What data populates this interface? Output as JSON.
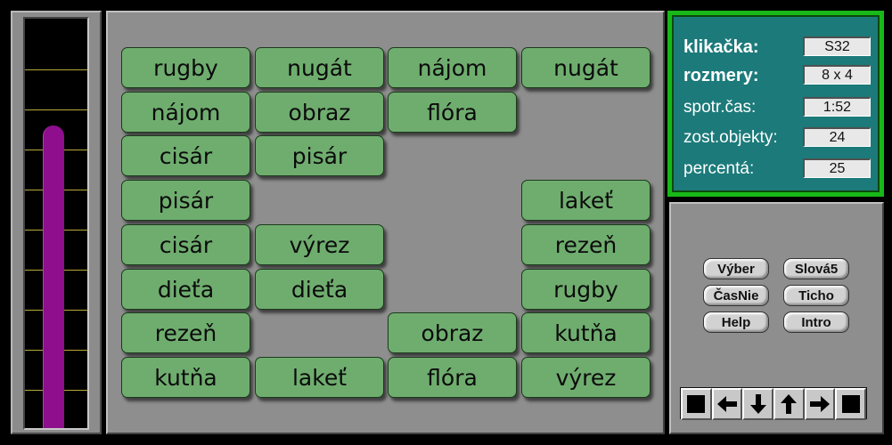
{
  "gauge": {
    "level_fraction": 0.74
  },
  "tiles": [
    [
      "rugby",
      "nugát",
      "nájom",
      "nugát"
    ],
    [
      "nájom",
      "obraz",
      "flóra",
      ""
    ],
    [
      "cisár",
      "pisár",
      "",
      ""
    ],
    [
      "pisár",
      "",
      "",
      "lakeť"
    ],
    [
      "cisár",
      "výrez",
      "",
      "rezeň"
    ],
    [
      "dieťa",
      "dieťa",
      "",
      "rugby"
    ],
    [
      "rezeň",
      "",
      "obraz",
      "kutňa"
    ],
    [
      "kutňa",
      "lakeť",
      "flóra",
      "výrez"
    ]
  ],
  "info": {
    "rows": [
      {
        "label": "klikačka:",
        "value": "S32",
        "bold": true
      },
      {
        "label": "rozmery:",
        "value": "8 x 4",
        "bold": true
      },
      {
        "label": "spotr.čas:",
        "value": "1:52",
        "bold": false
      },
      {
        "label": "zost.objekty:",
        "value": "24",
        "bold": false
      },
      {
        "label": "percentá:",
        "value": "25",
        "bold": false
      }
    ]
  },
  "controls": {
    "buttons": [
      "Výber",
      "Slová5",
      "ČasNie",
      "Ticho",
      "Help",
      "Intro"
    ]
  },
  "arrows": [
    "square-icon",
    "arrow-left-icon",
    "arrow-down-icon",
    "arrow-up-icon",
    "arrow-right-icon",
    "square-icon"
  ],
  "colors": {
    "tile": "#6fad6f",
    "info_bg": "#1c7a7a",
    "info_border": "#18b818",
    "gauge_fill": "#8e0e8e"
  }
}
